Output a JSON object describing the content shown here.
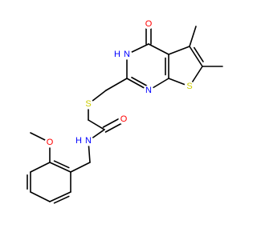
{
  "molecule": {
    "atoms": [
      {
        "id": "O_keto",
        "label": "O",
        "color": "#ff0000"
      },
      {
        "id": "NH",
        "label": "H",
        "color": "#0000ff"
      },
      {
        "id": "NH_N",
        "label": "N",
        "color": "#0000ff"
      },
      {
        "id": "N_pyr",
        "label": "N",
        "color": "#0000ff"
      },
      {
        "id": "S_thio",
        "label": "S",
        "color": "#cccc00"
      },
      {
        "id": "S_link",
        "label": "S",
        "color": "#cccc00"
      },
      {
        "id": "O_amide",
        "label": "O",
        "color": "#ff0000"
      },
      {
        "id": "N_amide",
        "label": "N",
        "color": "#0000ff"
      },
      {
        "id": "H_amide",
        "label": "H",
        "color": "#0000ff"
      },
      {
        "id": "O_meth",
        "label": "O",
        "color": "#ff0000"
      }
    ],
    "colors": {
      "bond": "#000000",
      "carbon": "#000000",
      "oxygen": "#ff0000",
      "nitrogen": "#0000ff",
      "sulfur": "#cccc00"
    }
  }
}
